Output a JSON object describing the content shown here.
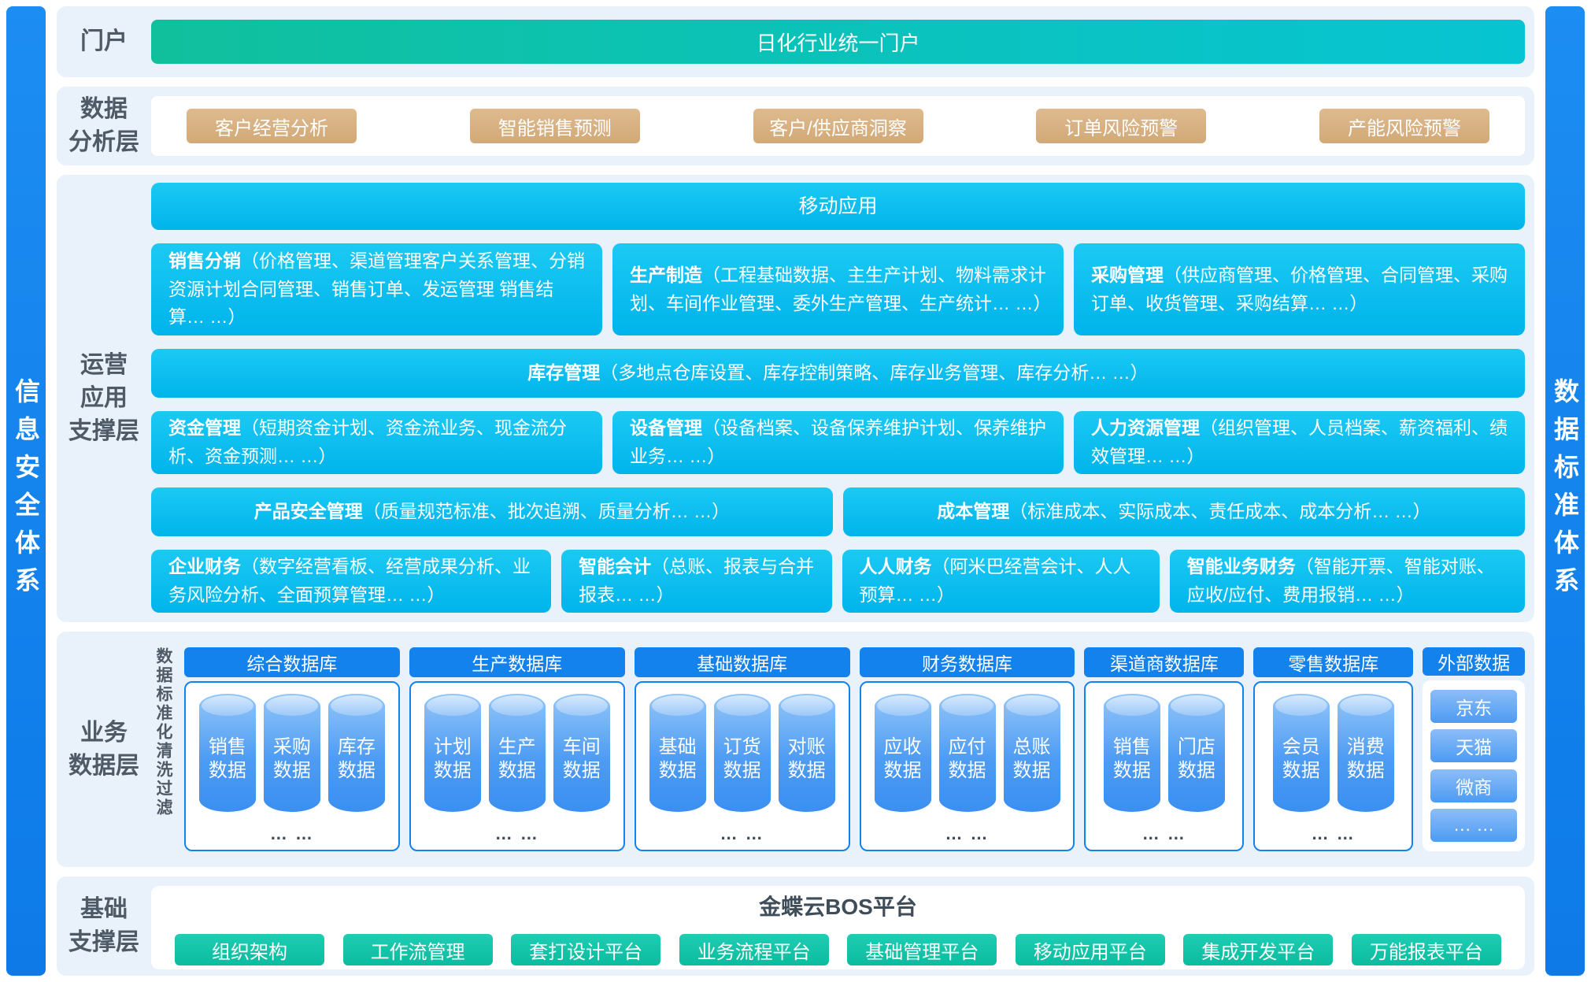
{
  "sidebars": {
    "left": "信息安全体系",
    "right": "数据标准体系"
  },
  "portal": {
    "label": "门户",
    "bar": "日化行业统一门户"
  },
  "analysis": {
    "label": "数据\n分析层",
    "buttons": [
      "客户经营分析",
      "智能销售预测",
      "客户/供应商洞察",
      "订单风险预警",
      "产能风险预警"
    ]
  },
  "operations": {
    "label": "运营\n应用\n支撑层",
    "mobile_bar": "移动应用",
    "row_a": [
      {
        "title": "销售分销",
        "desc": "（价格管理、渠道管理客户关系管理、分销资源计划合同管理、销售订单、发运管理 销售结算… …）"
      },
      {
        "title": "生产制造",
        "desc": "（工程基础数据、主生产计划、物料需求计划、车间作业管理、委外生产管理、生产统计… …）"
      },
      {
        "title": "采购管理",
        "desc": "（供应商管理、价格管理、合同管理、采购订单、收货管理、采购结算… …）"
      }
    ],
    "row_b": {
      "title": "库存管理",
      "desc": "（多地点仓库设置、库存控制策略、库存业务管理、库存分析… …）"
    },
    "row_c": [
      {
        "title": "资金管理",
        "desc": "（短期资金计划、资金流业务、现金流分析、资金预测… …）"
      },
      {
        "title": "设备管理",
        "desc": "（设备档案、设备保养维护计划、保养维护业务… …）"
      },
      {
        "title": "人力资源管理",
        "desc": "（组织管理、人员档案、薪资福利、绩效管理… …）"
      }
    ],
    "row_d": [
      {
        "title": "产品安全管理",
        "desc": "（质量规范标准、批次追溯、质量分析… …）"
      },
      {
        "title": "成本管理",
        "desc": "（标准成本、实际成本、责任成本、成本分析… …）"
      }
    ],
    "row_e": [
      {
        "title": "企业财务",
        "desc": "（数字经营看板、经营成果分析、业务风险分析、全面预算管理… …）"
      },
      {
        "title": "智能会计",
        "desc": "（总账、报表与合并报表… …）"
      },
      {
        "title": "人人财务",
        "desc": "（阿米巴经营会计、人人预算… …）"
      },
      {
        "title": "智能业务财务",
        "desc": "（智能开票、智能对账、应收/应付、费用报销… …）"
      }
    ]
  },
  "data_layer": {
    "label": "业务\n数据层",
    "filter_note": "数据标准化清洗过滤",
    "databases": [
      {
        "name": "综合数据库",
        "cylinders": [
          "销售\n数据",
          "采购\n数据",
          "库存\n数据"
        ],
        "more": "… …"
      },
      {
        "name": "生产数据库",
        "cylinders": [
          "计划\n数据",
          "生产\n数据",
          "车间\n数据"
        ],
        "more": "… …"
      },
      {
        "name": "基础数据库",
        "cylinders": [
          "基础\n数据",
          "订货\n数据",
          "对账\n数据"
        ],
        "more": "… …"
      },
      {
        "name": "财务数据库",
        "cylinders": [
          "应收\n数据",
          "应付\n数据",
          "总账\n数据"
        ],
        "more": "… …"
      },
      {
        "name": "渠道商数据库",
        "cylinders": [
          "销售\n数据",
          "门店\n数据"
        ],
        "more": "… …"
      },
      {
        "name": "零售数据库",
        "cylinders": [
          "会员\n数据",
          "消费\n数据"
        ],
        "more": "… …"
      }
    ],
    "external": {
      "name": "外部数据",
      "items": [
        "京东",
        "天猫",
        "微商",
        "… …"
      ]
    }
  },
  "foundation": {
    "label": "基础\n支撑层",
    "platform_title": "金蝶云BOS平台",
    "buttons": [
      "组织架构",
      "工作流管理",
      "套打设计平台",
      "业务流程平台",
      "基础管理平台",
      "移动应用平台",
      "集成开发平台",
      "万能报表平台"
    ]
  },
  "colors": {
    "sidebar_blue": "#1584ec",
    "portal_teal": "#0cc2b5",
    "module_cyan": "#0abef0",
    "analysis_tan": "#d8b183",
    "platform_teal": "#14c5aa",
    "db_blue": "#1482ec",
    "row_bg": "#e9f1fb"
  }
}
